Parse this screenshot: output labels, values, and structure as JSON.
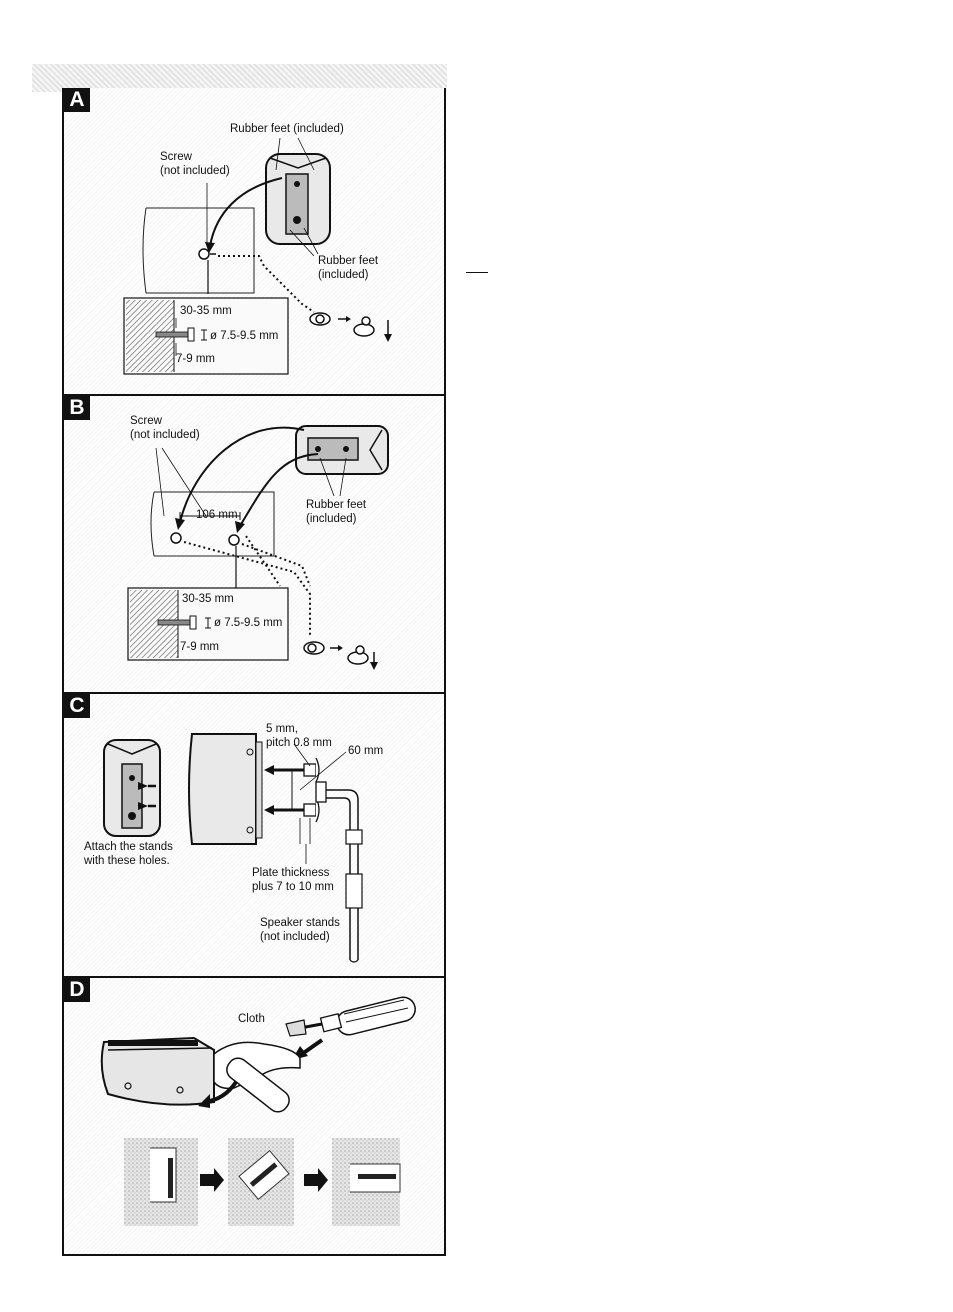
{
  "panels": {
    "a": {
      "letter": "A",
      "rubber_feet_top": "Rubber feet (included)",
      "screw": [
        "Screw",
        "(not included)"
      ],
      "rubber_feet_side": [
        "Rubber feet",
        "(included)"
      ],
      "depth": "30-35 mm",
      "diameter": "ø 7.5-9.5 mm",
      "head": "7-9 mm"
    },
    "b": {
      "letter": "B",
      "screw": [
        "Screw",
        "(not included)"
      ],
      "spacing": "106 mm",
      "rubber_feet": [
        "Rubber feet",
        "(included)"
      ],
      "depth": "30-35 mm",
      "diameter": "ø 7.5-9.5 mm",
      "head": "7-9 mm"
    },
    "c": {
      "letter": "C",
      "bolt": [
        "5 mm,",
        "pitch 0.8 mm"
      ],
      "spacing": "60 mm",
      "attach": [
        "Attach the stands",
        "with these holes."
      ],
      "plate": [
        "Plate thickness",
        "plus 7 to 10 mm"
      ],
      "stands": [
        "Speaker stands",
        "(not included)"
      ]
    },
    "d": {
      "letter": "D",
      "cloth": "Cloth"
    }
  }
}
